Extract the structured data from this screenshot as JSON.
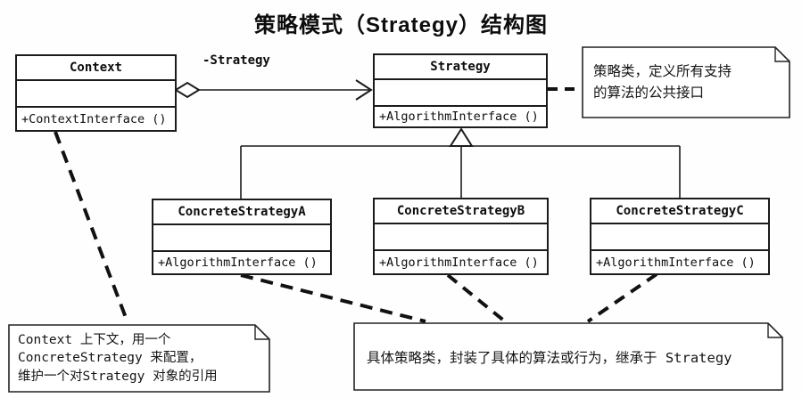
{
  "title": "策略模式（Strategy）结构图",
  "classes": {
    "context": {
      "name": "Context",
      "method": "+ContextInterface ()"
    },
    "strategy": {
      "name": "Strategy",
      "method": "+AlgorithmInterface ()"
    },
    "concreteA": {
      "name": "ConcreteStrategyA",
      "method": "+AlgorithmInterface ()"
    },
    "concreteB": {
      "name": "ConcreteStrategyB",
      "method": "+AlgorithmInterface ()"
    },
    "concreteC": {
      "name": "ConcreteStrategyC",
      "method": "+AlgorithmInterface ()"
    }
  },
  "relations": {
    "aggregation_label": "-Strategy"
  },
  "notes": {
    "strategy": {
      "line1": "策略类，定义所有支持",
      "line2": "的算法的公共接口"
    },
    "context": {
      "line1": "Context 上下文，用一个",
      "line2": "ConcreteStrategy 来配置，",
      "line3": "维护一个对Strategy 对象的引用"
    },
    "concrete": {
      "line1": "具体策略类，封装了具体的算法或行为，继承于 Strategy"
    }
  },
  "colors": {
    "line": "#1b1b1b",
    "background": "#fefefe"
  }
}
